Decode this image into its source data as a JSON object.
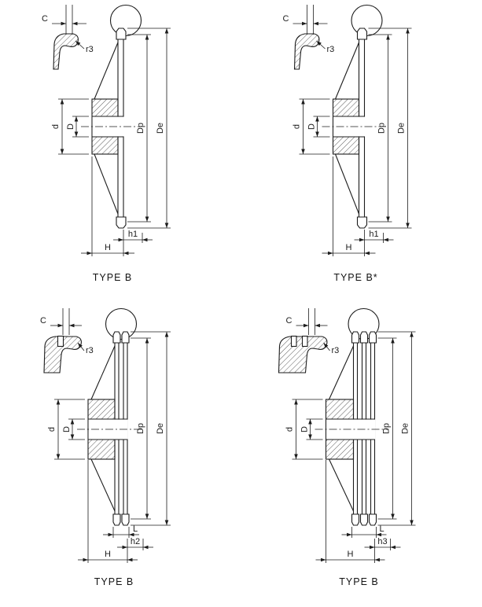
{
  "sheet": {
    "background": "#ffffff",
    "line_color": "#1c1c1c"
  },
  "panels": [
    {
      "caption": "TYPE B",
      "strands": 1,
      "labels": {
        "C": "C",
        "r3": "r3",
        "d": "d",
        "D": "D",
        "Dp": "Dp",
        "De": "De",
        "h": "h1",
        "H": "H"
      }
    },
    {
      "caption": "TYPE B*",
      "strands": 1,
      "labels": {
        "C": "C",
        "r3": "r3",
        "d": "d",
        "D": "D",
        "Dp": "Dp",
        "De": "De",
        "h": "h1",
        "H": "H"
      }
    },
    {
      "caption": "TYPE B",
      "strands": 2,
      "labels": {
        "C": "C",
        "r3": "r3",
        "d": "d",
        "D": "D",
        "Dp": "Dp",
        "De": "De",
        "L": "L",
        "h": "h2",
        "H": "H"
      }
    },
    {
      "caption": "TYPE B",
      "strands": 3,
      "labels": {
        "C": "C",
        "r3": "r3",
        "d": "d",
        "D": "D",
        "Dp": "Dp",
        "De": "De",
        "L": "L",
        "h": "h3",
        "H": "H"
      }
    }
  ]
}
